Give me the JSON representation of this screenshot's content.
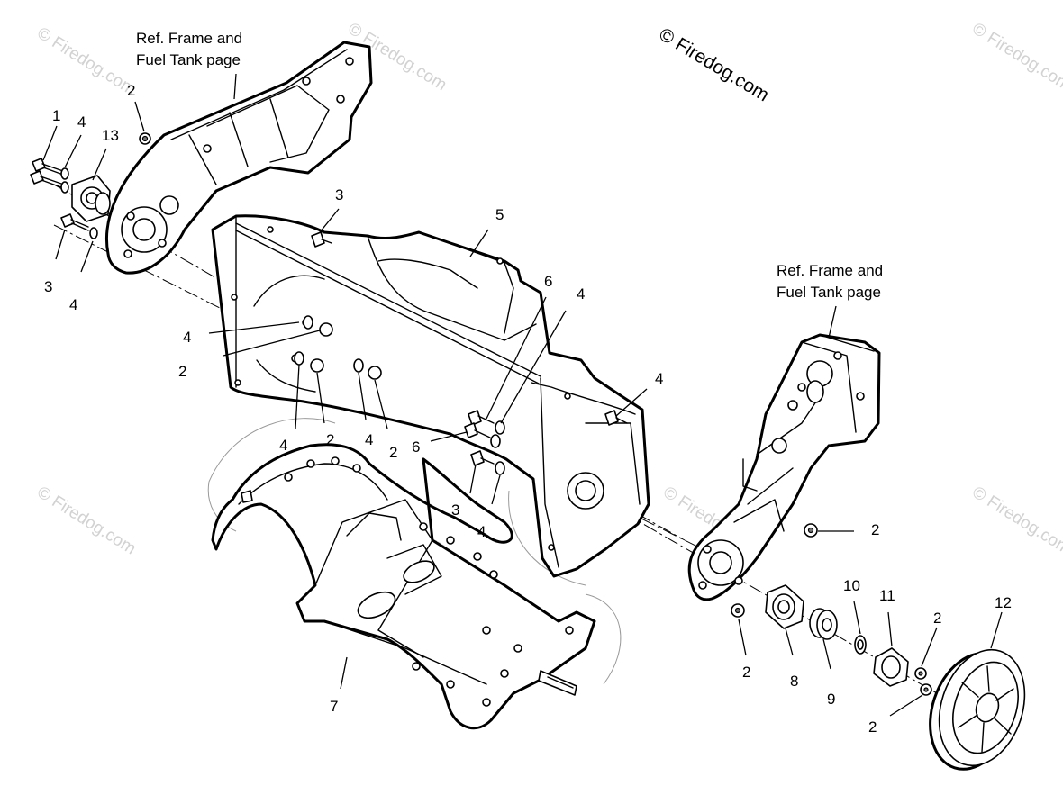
{
  "copyright": "© Firedog.com",
  "watermark": "© Firedog.com",
  "ref_note_left": {
    "line1": "Ref. Frame and",
    "line2": "Fuel Tank page"
  },
  "ref_note_right": {
    "line1": "Ref. Frame and",
    "line2": "Fuel Tank page"
  },
  "callouts": {
    "c1": "1",
    "c4a": "4",
    "c13": "13",
    "c2a": "2",
    "c3a": "3",
    "c4b": "4",
    "c3b": "3",
    "c5": "5",
    "c6a": "6",
    "c4c": "4",
    "c4d": "4",
    "c2b": "2",
    "c4e": "4",
    "c2c": "2",
    "c4f": "4",
    "c2d": "2",
    "c6b": "6",
    "c4g": "4",
    "c3c": "3",
    "c4h": "4",
    "c7": "7",
    "c2e": "2",
    "c10": "10",
    "c11": "11",
    "c2f": "2",
    "c12": "12",
    "c2g": "2",
    "c8": "8",
    "c9": "9",
    "c2h": "2"
  }
}
